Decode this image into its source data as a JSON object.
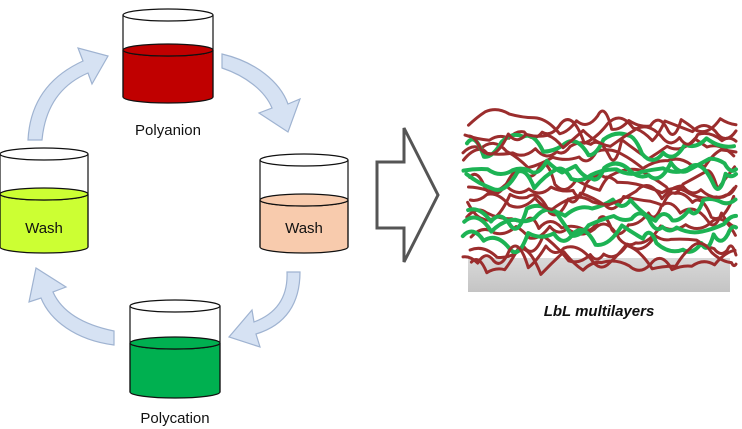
{
  "beakers": {
    "polyanion": {
      "label": "Polyanion",
      "color": "#c00000"
    },
    "wash_right": {
      "label": "Wash",
      "color": "#f8cbad"
    },
    "polycation": {
      "label": "Polycation",
      "color": "#00b050"
    },
    "wash_left": {
      "label": "Wash",
      "color": "#ccff33"
    }
  },
  "cycle_arrow_color": "#d6e2f3",
  "multilayer": {
    "caption": "LbL multilayers",
    "polyanion_color": "#9b2d2d",
    "polycation_color": "#1db354",
    "substrate_color": "#d0d0d0"
  }
}
